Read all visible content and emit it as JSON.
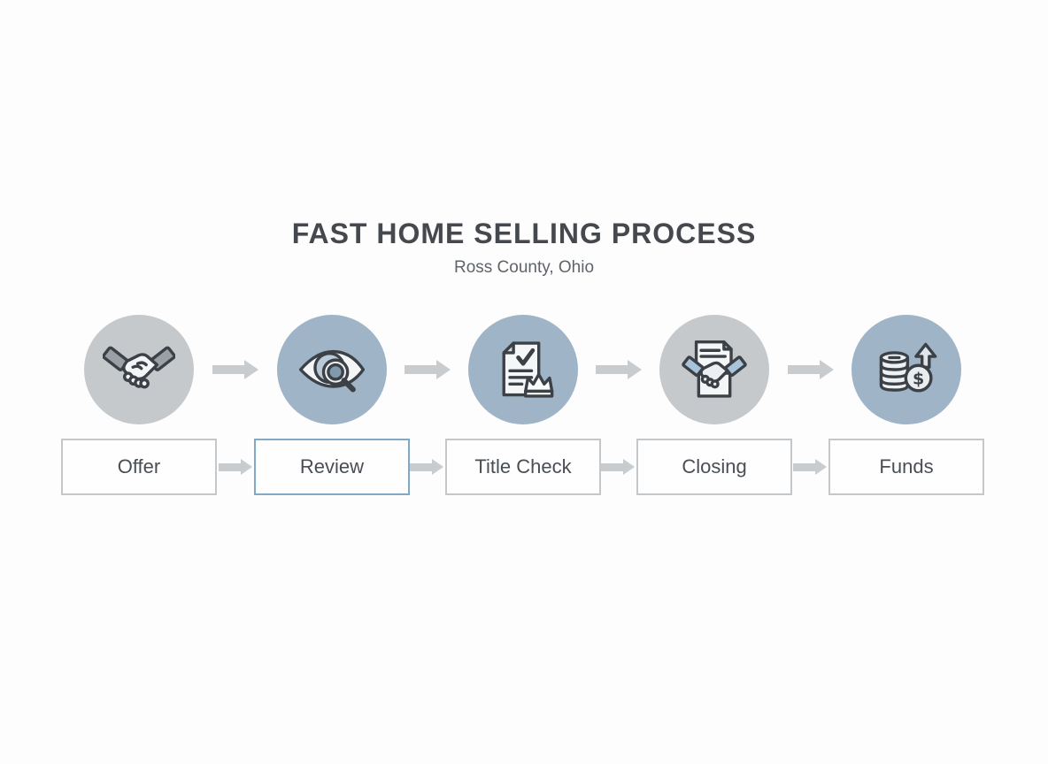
{
  "header": {
    "title": "FAST HOME SELLING PROCESS",
    "subtitle": "Ross County, Ohio"
  },
  "colors": {
    "background": "#fdfdfd",
    "title_text": "#45494e",
    "subtitle_text": "#5f646a",
    "circle_gray": "#c6c9cb",
    "circle_blue": "#9fb4c7",
    "arrow": "#c9ccce",
    "box_background": "#fefefe",
    "box_border": "#c5c8cb",
    "box_border_highlight": "#7fa9c6",
    "box_text": "#494e54",
    "icon_stroke": "#3c4147",
    "icon_cuff_blue": "#a9c3d8"
  },
  "flow": {
    "arrow_icon": "arrow-right-icon",
    "steps": [
      {
        "label": "Offer",
        "icon": "handshake-icon",
        "circle_style": "gray",
        "highlighted": false
      },
      {
        "label": "Review",
        "icon": "eye-magnifier-icon",
        "circle_style": "blue",
        "highlighted": true
      },
      {
        "label": "Title Check",
        "icon": "document-check-crown-icon",
        "circle_style": "blue",
        "highlighted": false
      },
      {
        "label": "Closing",
        "icon": "contract-handshake-icon",
        "circle_style": "gray",
        "highlighted": false
      },
      {
        "label": "Funds",
        "icon": "coins-dollar-growth-icon",
        "circle_style": "blue",
        "highlighted": false
      }
    ]
  }
}
